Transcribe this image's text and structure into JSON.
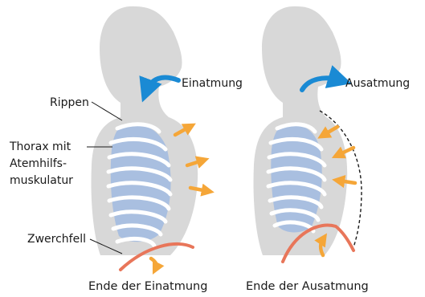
{
  "labels": {
    "rippen": "Rippen",
    "thorax_line1": "Thorax mit",
    "thorax_line2": "Atemhilfs-",
    "thorax_line3": "muskulatur",
    "zwerchfell": "Zwerchfell",
    "einatmung": "Einatmung",
    "ausatmung": "Ausatmung"
  },
  "captions": {
    "left": "Ende der Einatmung",
    "right": "Ende der Ausatmung"
  },
  "colors": {
    "silhouette": "#d8d8d8",
    "lung": "#a9bfe0",
    "rib": "#ffffff",
    "breath_arrow": "#1a8ad4",
    "expansion_arrow": "#f5a638",
    "diaphragm": "#e8765a",
    "leader_line": "#1a1a1a"
  }
}
